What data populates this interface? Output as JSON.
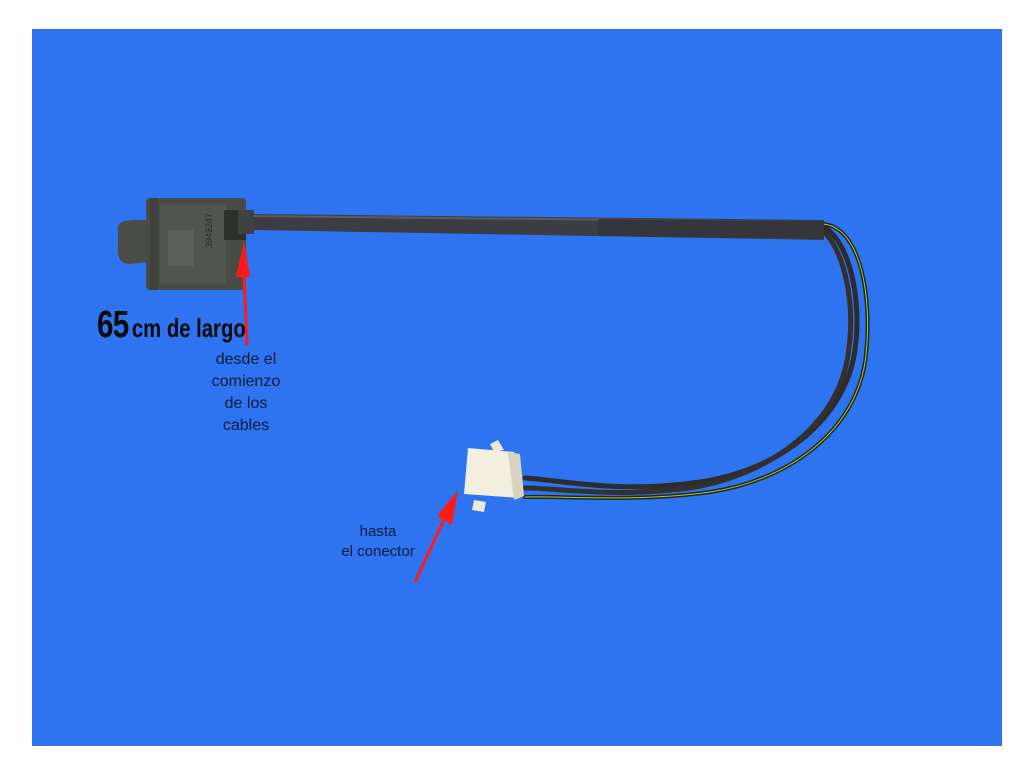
{
  "background_color": "#2e73f0",
  "annotations": {
    "length_value": "65",
    "length_unit": "cm de largo",
    "from_line1": "desde el",
    "from_line2": "comienzo",
    "from_line3": "de los",
    "from_line4": "cables",
    "to_line1": "hasta",
    "to_line2": "el conector"
  },
  "part": {
    "switch_marking": "3949247"
  },
  "colors": {
    "arrow": "#ff1a1a",
    "sleeve": "#3b3d42",
    "connector": "#f2efe0"
  }
}
